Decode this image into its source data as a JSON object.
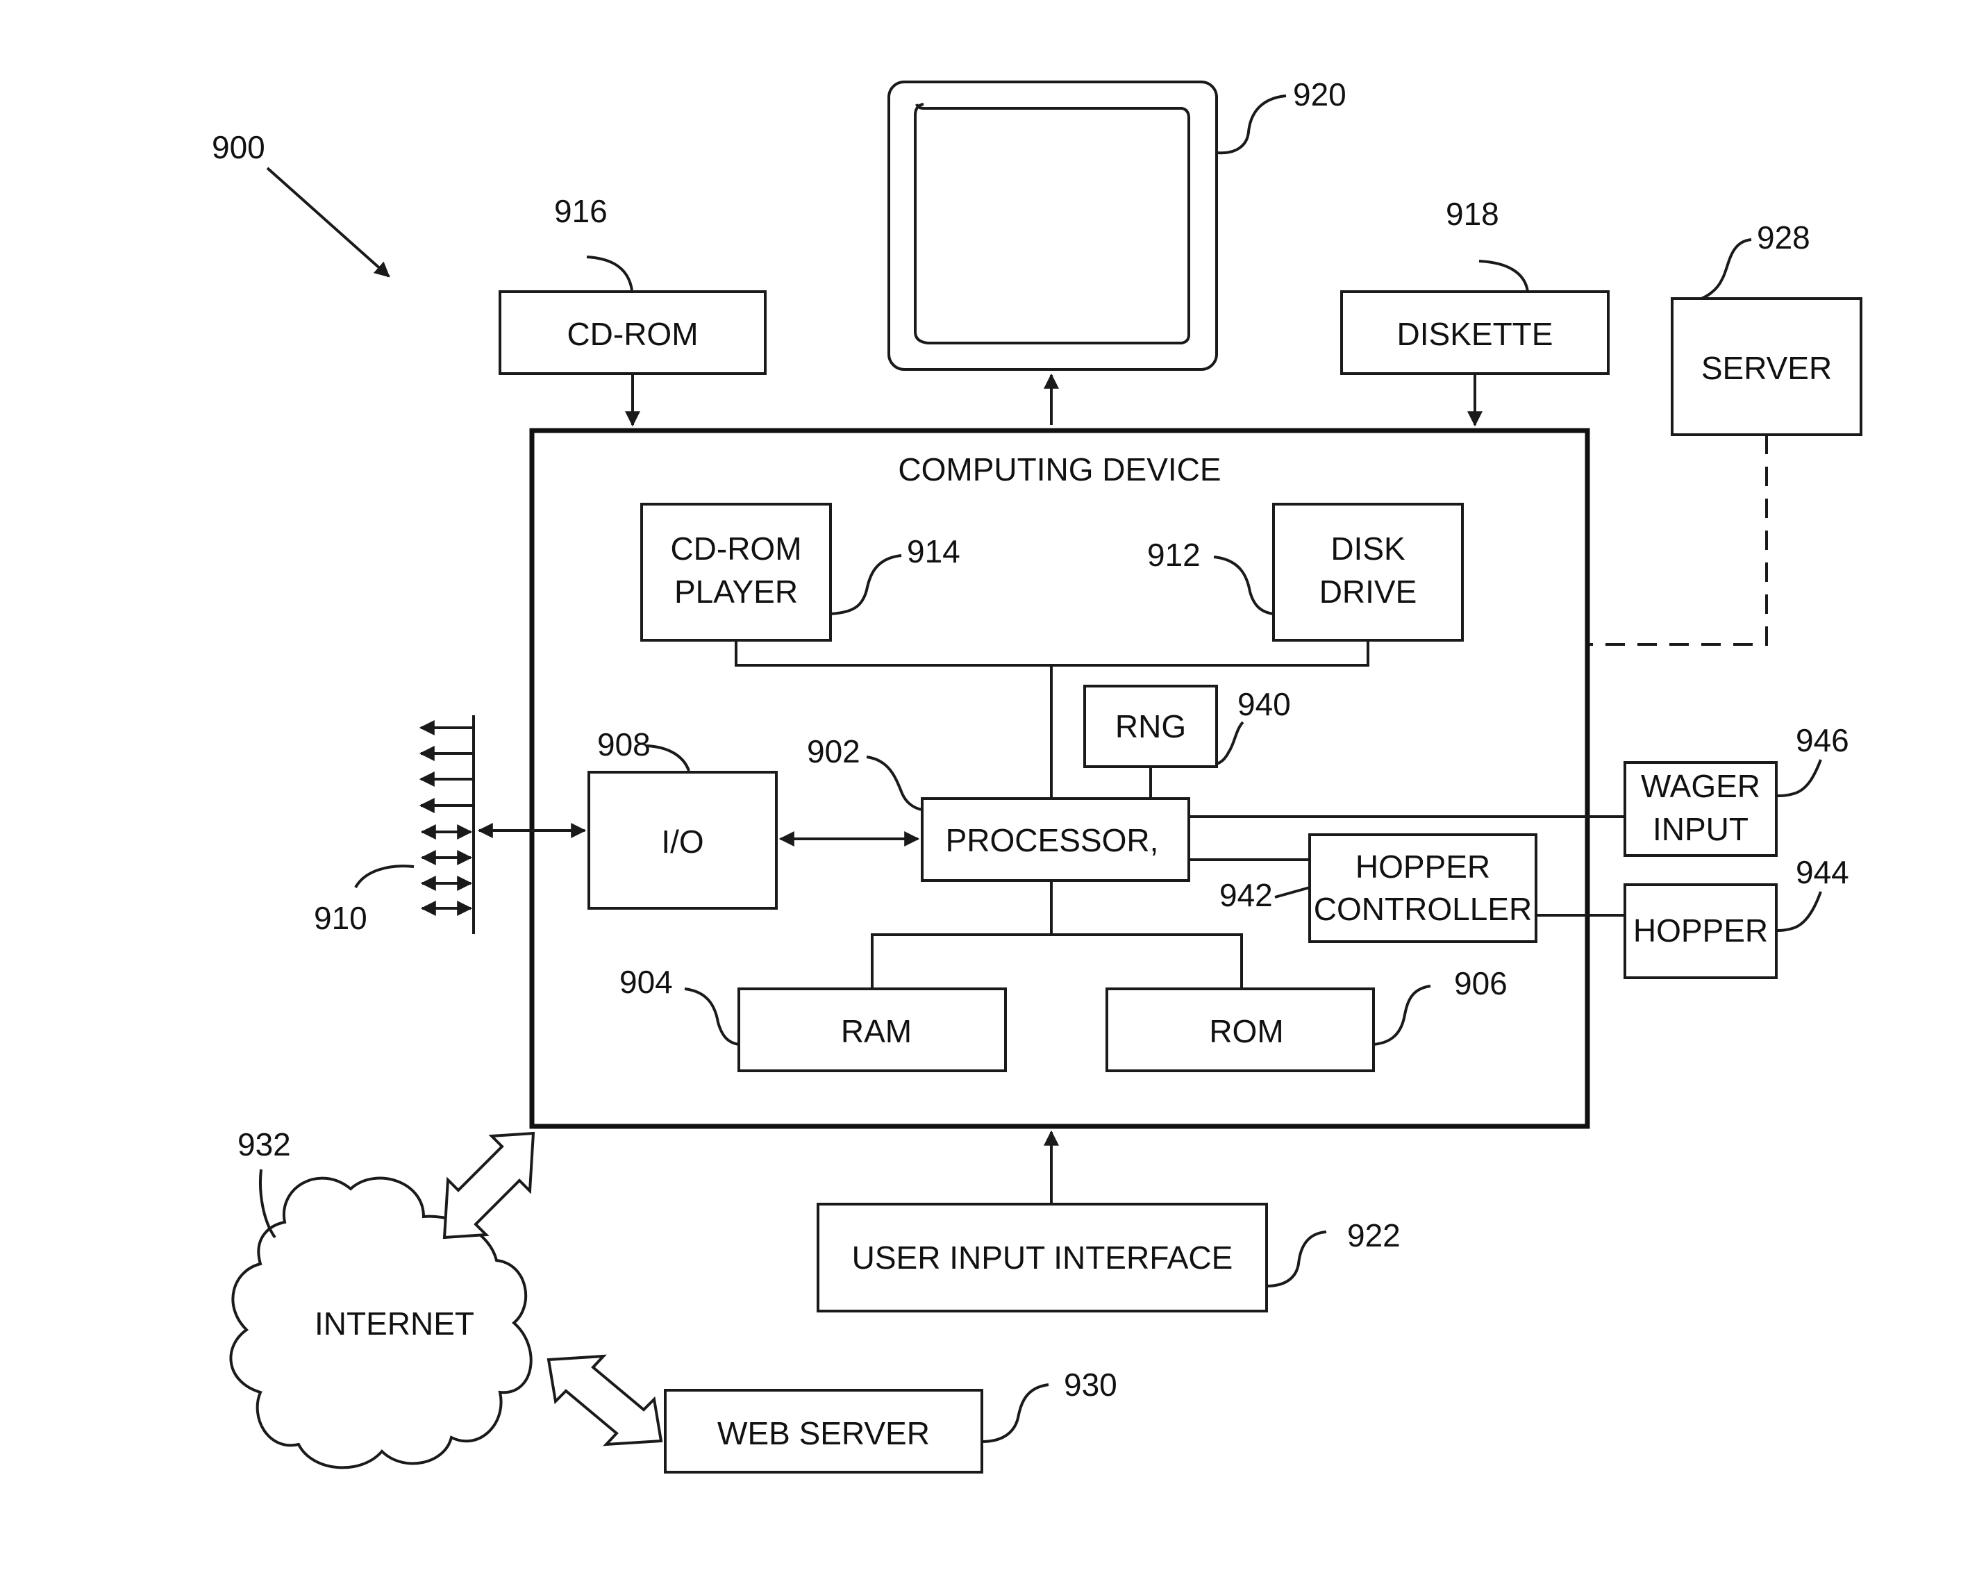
{
  "figure": {
    "ref_main": "900",
    "computing_device": {
      "label": "COMPUTING DEVICE"
    },
    "cdrom": {
      "label": "CD-ROM",
      "ref": "916"
    },
    "display": {
      "ref": "920"
    },
    "diskette": {
      "label": "DISKETTE",
      "ref": "918"
    },
    "server": {
      "label": "SERVER",
      "ref": "928"
    },
    "cdrom_player": {
      "line1": "CD-ROM",
      "line2": "PLAYER",
      "ref": "914"
    },
    "disk_drive": {
      "line1": "DISK",
      "line2": "DRIVE",
      "ref": "912"
    },
    "rng": {
      "label": "RNG",
      "ref": "940"
    },
    "io": {
      "label": "I/O",
      "ref": "908"
    },
    "processor": {
      "label": "PROCESSOR,",
      "ref": "902"
    },
    "hopper_controller": {
      "line1": "HOPPER",
      "line2": "CONTROLLER",
      "ref": "942"
    },
    "wager_input": {
      "line1": "WAGER",
      "line2": "INPUT",
      "ref": "946"
    },
    "hopper": {
      "label": "HOPPER",
      "ref": "944"
    },
    "ram": {
      "label": "RAM",
      "ref": "904"
    },
    "rom": {
      "label": "ROM",
      "ref": "906"
    },
    "io_ports": {
      "ref": "910"
    },
    "user_input": {
      "label": "USER INPUT INTERFACE",
      "ref": "922"
    },
    "internet": {
      "label": "INTERNET",
      "ref": "932"
    },
    "web_server": {
      "label": "WEB SERVER",
      "ref": "930"
    }
  }
}
